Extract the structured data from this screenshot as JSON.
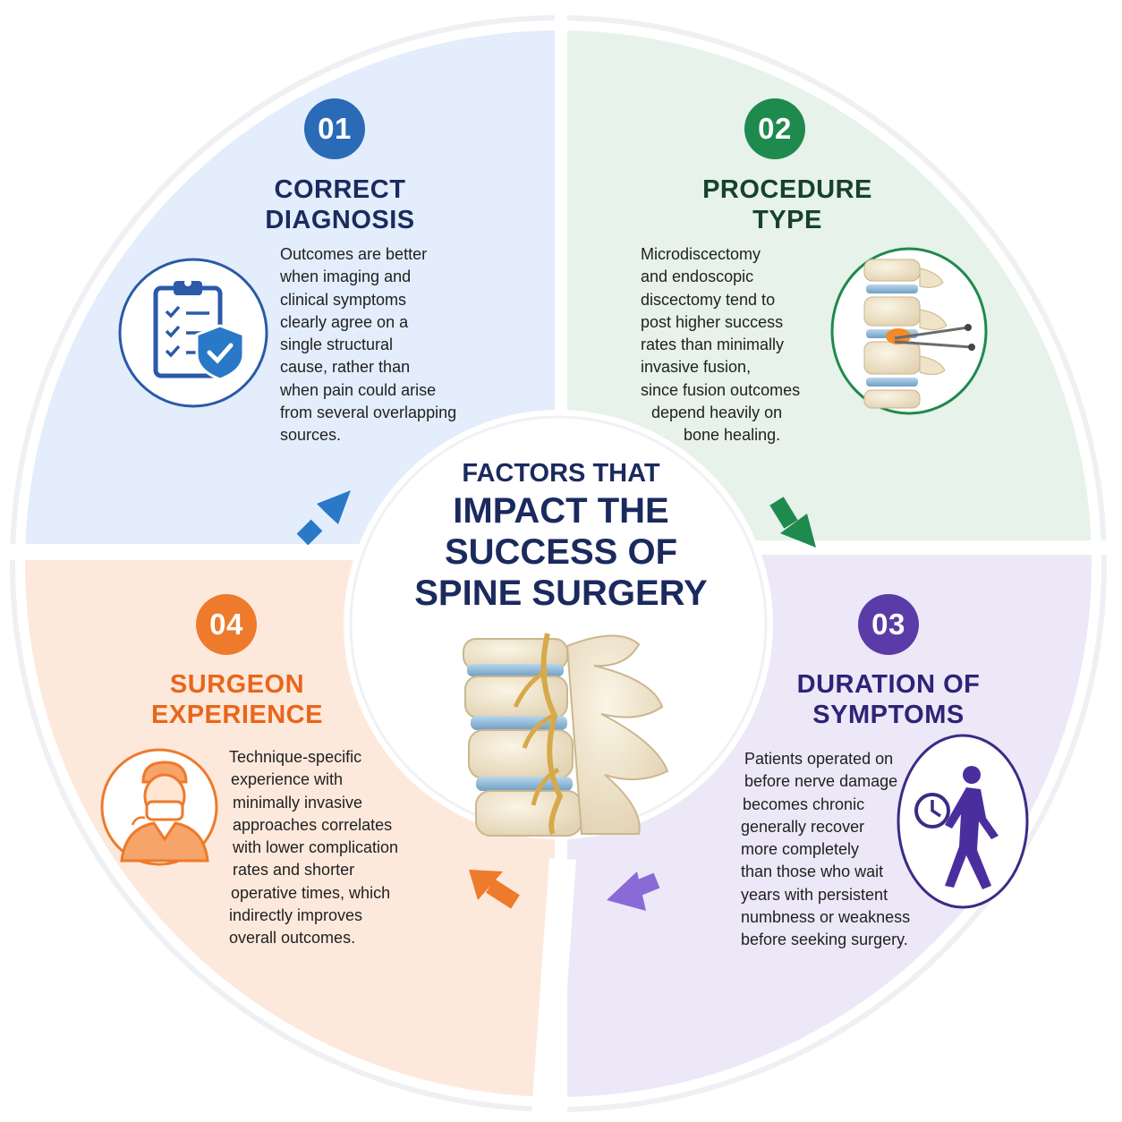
{
  "center": {
    "title_lines": [
      "FACTORS THAT",
      "IMPACT THE",
      "SUCCESS OF",
      "SPINE SURGERY"
    ]
  },
  "colors": {
    "blue": "#2a6ab6",
    "green": "#1e8a4d",
    "purple": "#5b3ba8",
    "orange": "#ee7a2b",
    "navy": "#1b2a5e",
    "blue_panel": "#e3edfb",
    "green_panel": "#e6f2ea",
    "purple_panel": "#ece8f8",
    "orange_panel": "#fde9dc"
  },
  "factors": [
    {
      "number": "01",
      "title_lines": [
        "CORRECT",
        "DIAGNOSIS"
      ],
      "icon": "clipboard-shield-icon",
      "body_lines": [
        "Outcomes are better",
        "when imaging and",
        "clinical symptoms",
        "clearly agree on a",
        "single structural",
        "cause, rather than",
        "when pain could arise",
        "from several overlapping",
        "sources."
      ]
    },
    {
      "number": "02",
      "title_lines": [
        "PROCEDURE",
        "TYPE"
      ],
      "icon": "spine-procedure-icon",
      "body_lines": [
        "Microdiscectomy",
        "and endoscopic",
        "discectomy tend to",
        "post higher success",
        "rates than minimally",
        "invasive fusion,",
        "since fusion outcomes",
        "depend heavily on",
        "bone healing."
      ]
    },
    {
      "number": "03",
      "title_lines": [
        "DURATION OF",
        "SYMPTOMS"
      ],
      "icon": "clock-walking-person-icon",
      "body_lines": [
        "Patients operated on",
        "before nerve damage",
        "becomes chronic",
        "generally recover",
        "more completely",
        "than those who wait",
        "years with persistent",
        "numbness or weakness",
        "before seeking surgery."
      ]
    },
    {
      "number": "04",
      "title_lines": [
        "SURGEON",
        "EXPERIENCE"
      ],
      "icon": "surgeon-icon",
      "body_lines": [
        "Technique-specific",
        "experience with",
        "minimally invasive",
        "approaches correlates",
        "with lower complication",
        "rates and shorter",
        "operative times, which",
        "indirectly improves",
        "overall outcomes."
      ]
    }
  ]
}
